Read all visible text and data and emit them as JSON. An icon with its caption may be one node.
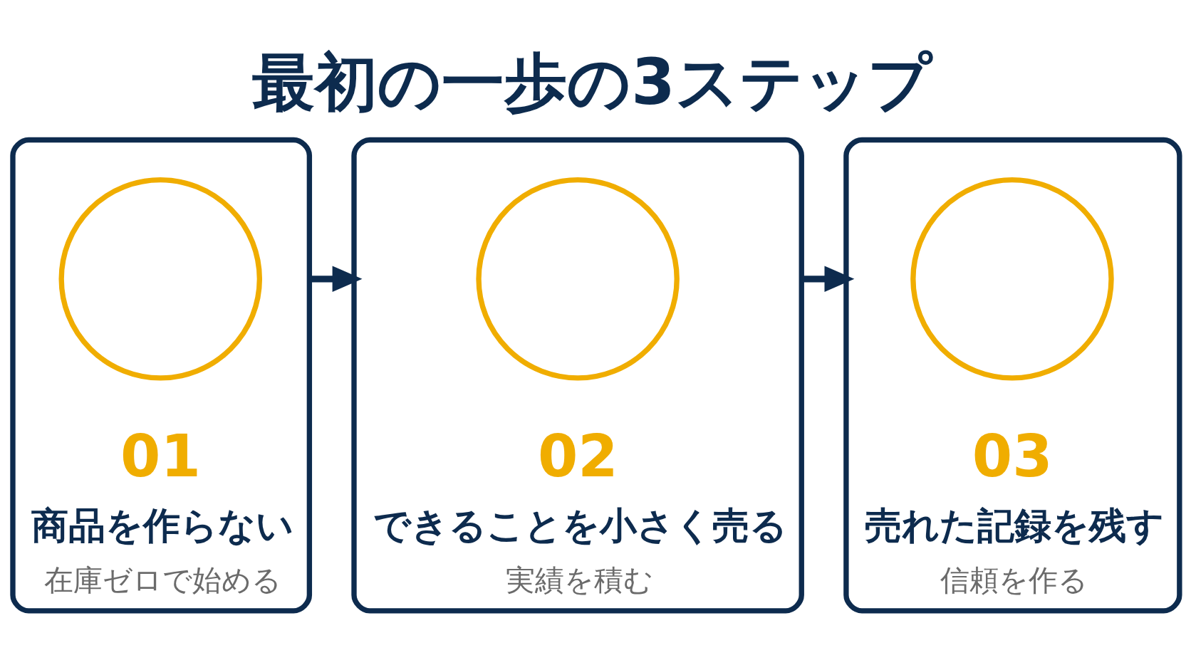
{
  "diagram": {
    "title": "最初の一歩の3ステップ",
    "nodes": [
      {
        "text": [
          "01",
          "商品を作らない",
          "在庫ゼロで始める"
        ]
      },
      {
        "text": [],
        "shape": "circle",
        "in": 0
      },
      {
        "text": [
          "02",
          "できることを小さく売る",
          "実績を積む"
        ]
      },
      {
        "text": [],
        "shape": "circle",
        "in": 2
      },
      {
        "text": [
          "03",
          "売れた記録を残す",
          "信頼を作る"
        ]
      },
      {
        "text": [],
        "shape": "circle",
        "in": 4
      }
    ],
    "edges": [
      {
        "from": 0,
        "to": 2,
        "arrow": "to"
      },
      {
        "from": 2,
        "to": 4,
        "arrow": "to"
      }
    ]
  }
}
